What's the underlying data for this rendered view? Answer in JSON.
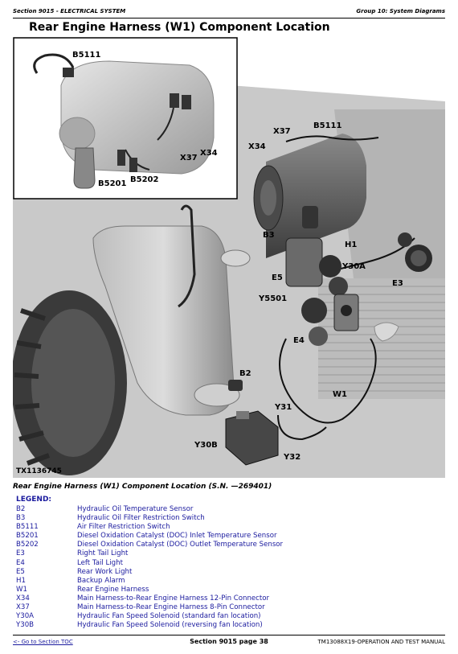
{
  "header": {
    "left": "Section 9015 - ELECTRICAL SYSTEM",
    "right": "Group 10: System Diagrams"
  },
  "title": "Rear Engine Harness (W1) Component Location",
  "figure": {
    "id": "TX1136745",
    "callouts": [
      "B5111",
      "B5201",
      "B5202",
      "X37",
      "X34",
      "B3",
      "H1",
      "Y30A",
      "E5",
      "E3",
      "Y5501",
      "E4",
      "B2",
      "W1",
      "Y31",
      "Y30B",
      "Y32"
    ]
  },
  "caption": "Rear Engine Harness (W1) Component Location (S.N. —269401)",
  "legend_heading": "LEGEND:",
  "legend": [
    {
      "code": "B2",
      "desc": "Hydraulic Oil Temperature Sensor"
    },
    {
      "code": "B3",
      "desc": "Hydraulic Oil Filter Restriction Switch"
    },
    {
      "code": "B5111",
      "desc": "Air Filter Restriction Switch"
    },
    {
      "code": "B5201",
      "desc": "Diesel Oxidation Catalyst (DOC) Inlet Temperature Sensor"
    },
    {
      "code": "B5202",
      "desc": "Diesel Oxidation Catalyst (DOC) Outlet Temperature Sensor"
    },
    {
      "code": "E3",
      "desc": "Right Tail Light"
    },
    {
      "code": "E4",
      "desc": "Left Tail Light"
    },
    {
      "code": "E5",
      "desc": "Rear Work Light"
    },
    {
      "code": "H1",
      "desc": "Backup Alarm"
    },
    {
      "code": "W1",
      "desc": "Rear Engine Harness"
    },
    {
      "code": "X34",
      "desc": "Main Harness-to-Rear Engine Harness 12-Pin Connector"
    },
    {
      "code": "X37",
      "desc": "Main Harness-to-Rear Engine Harness 8-Pin Connector"
    },
    {
      "code": "Y30A",
      "desc": "Hydraulic Fan Speed Solenoid (standard fan location)"
    },
    {
      "code": "Y30B",
      "desc": "Hydraulic Fan Speed Solenoid (reversing fan location)"
    }
  ],
  "footer": {
    "left": "<- Go to Section TOC",
    "center": "Section 9015 page 38",
    "right": "TM13088X19-OPERATION AND TEST MANUAL"
  }
}
